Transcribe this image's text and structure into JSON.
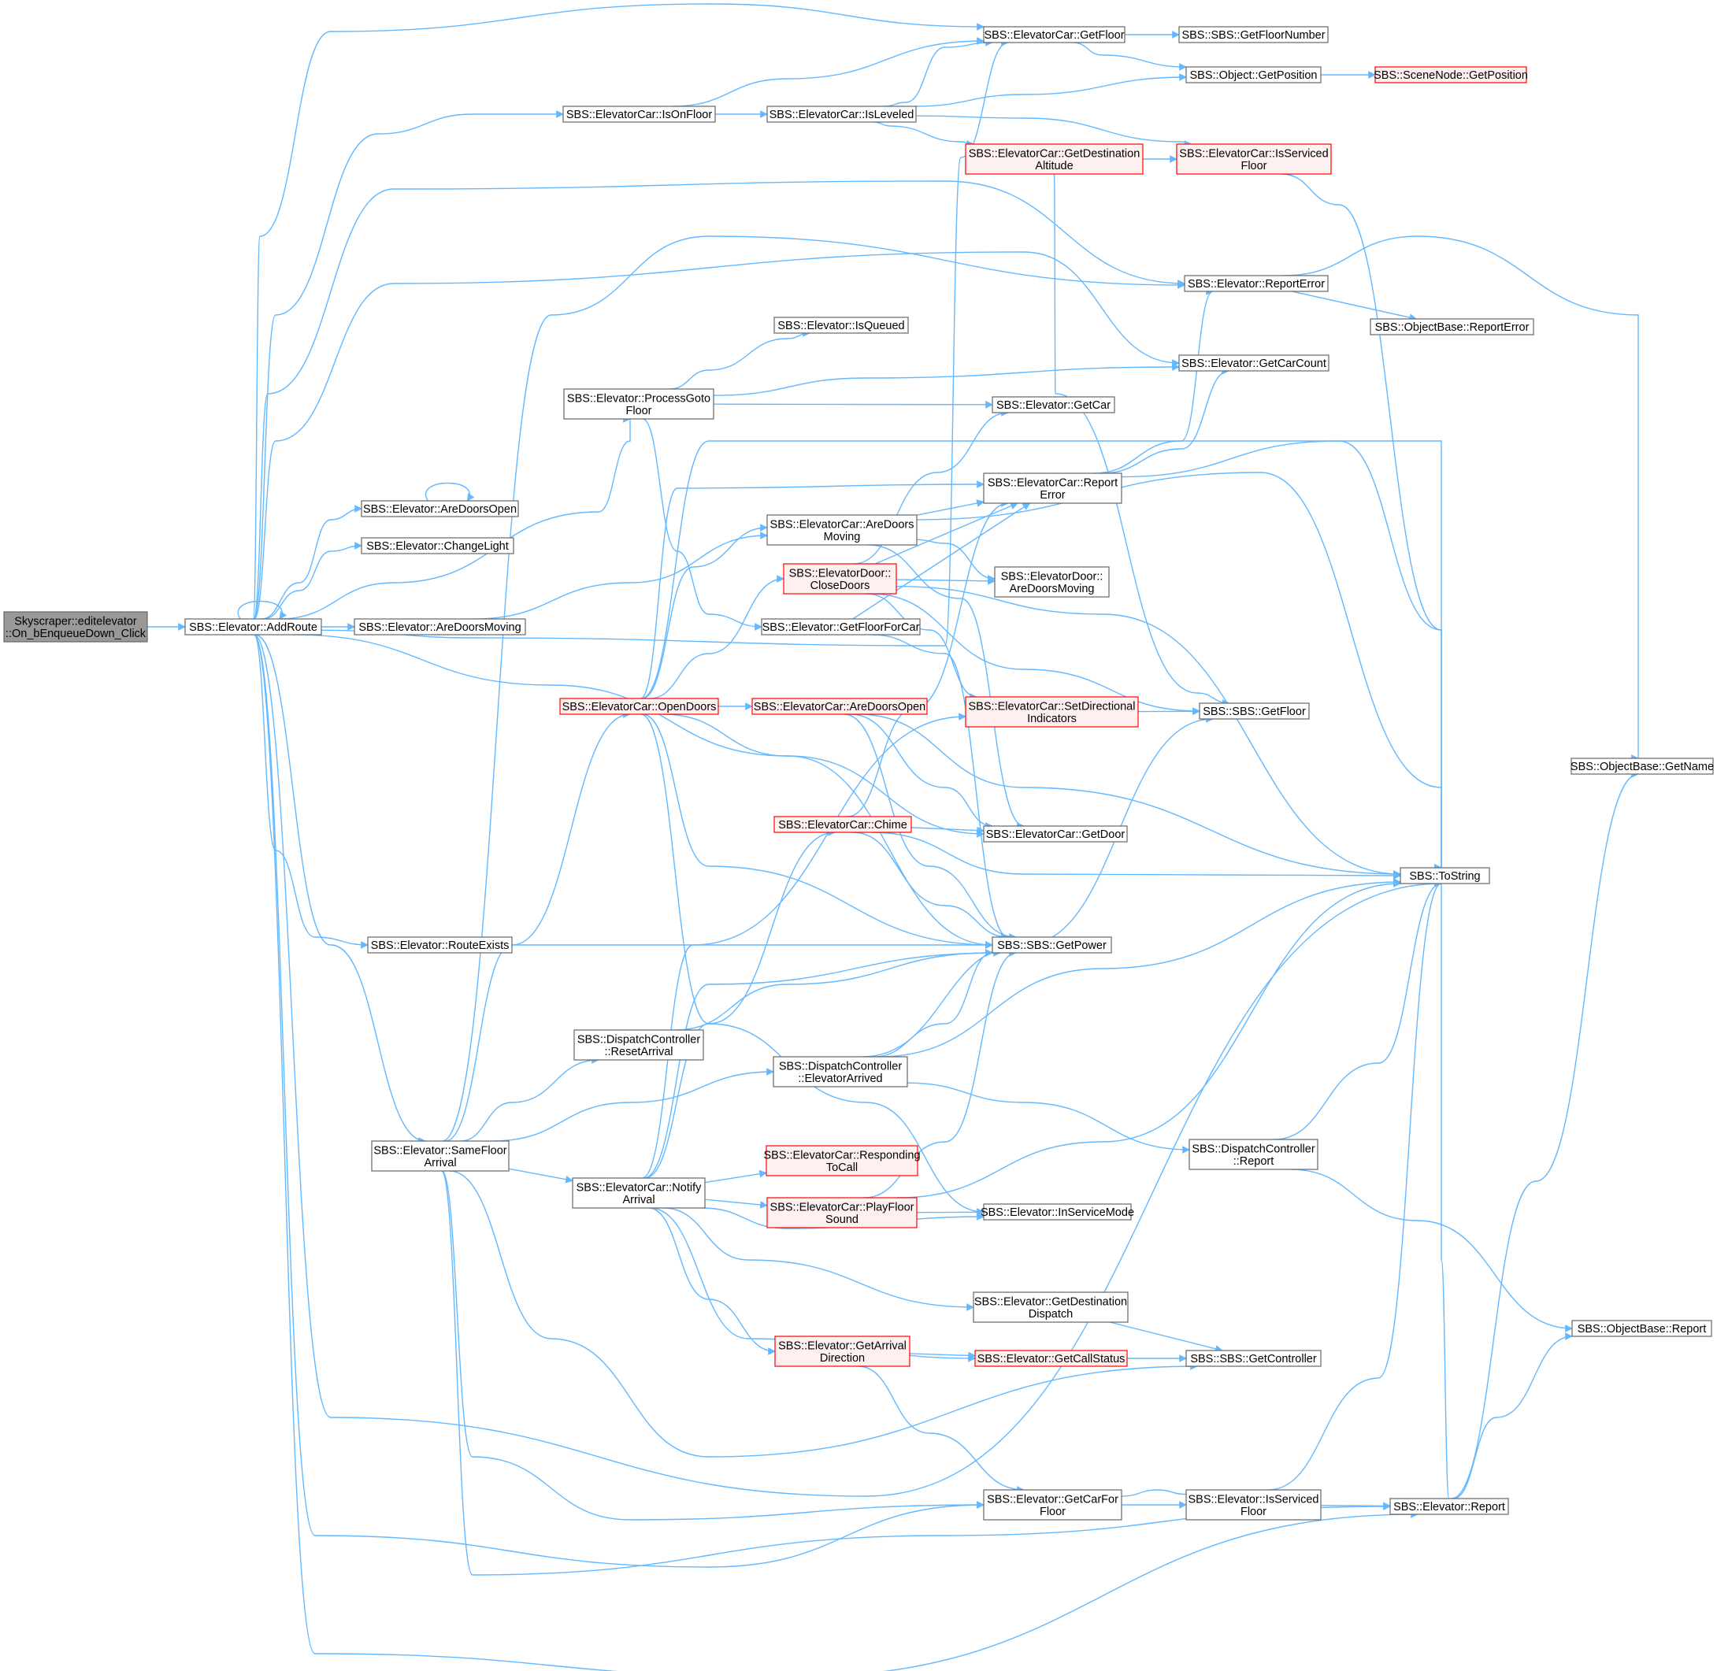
{
  "colors": {
    "edge": "#63b8ff",
    "node_border": "#666666",
    "node_fill": "#ffffff",
    "root_fill": "#999999",
    "root_border": "#666666",
    "highlight_border": "#ff0000",
    "highlight_fill": "#fff0f0"
  },
  "nodes": [
    {
      "id": "root",
      "lines": [
        "Skyscraper::editelevator",
        "::On_bEnqueueDown_Click"
      ],
      "style": "root"
    },
    {
      "id": "addroute",
      "lines": [
        "SBS::Elevator::AddRoute"
      ],
      "style": "normal"
    },
    {
      "id": "ec_getfloor",
      "lines": [
        "SBS::ElevatorCar::GetFloor"
      ],
      "style": "normal"
    },
    {
      "id": "sbs_getfloornumber",
      "lines": [
        "SBS::SBS::GetFloorNumber"
      ],
      "style": "normal"
    },
    {
      "id": "ec_isonfloor",
      "lines": [
        "SBS::ElevatorCar::IsOnFloor"
      ],
      "style": "normal"
    },
    {
      "id": "ec_isleveled",
      "lines": [
        "SBS::ElevatorCar::IsLeveled"
      ],
      "style": "normal"
    },
    {
      "id": "obj_getposition",
      "lines": [
        "SBS::Object::GetPosition"
      ],
      "style": "normal"
    },
    {
      "id": "scenenode_getposition",
      "lines": [
        "SBS::SceneNode::GetPosition"
      ],
      "style": "highlight"
    },
    {
      "id": "ec_getdestalt",
      "lines": [
        "SBS::ElevatorCar::GetDestination",
        "Altitude"
      ],
      "style": "highlight"
    },
    {
      "id": "ec_isservicedfloor",
      "lines": [
        "SBS::ElevatorCar::IsServiced",
        "Floor"
      ],
      "style": "highlight"
    },
    {
      "id": "el_reporterror",
      "lines": [
        "SBS::Elevator::ReportError"
      ],
      "style": "normal"
    },
    {
      "id": "ob_reporterror",
      "lines": [
        "SBS::ObjectBase::ReportError"
      ],
      "style": "normal"
    },
    {
      "id": "el_isqueued",
      "lines": [
        "SBS::Elevator::IsQueued"
      ],
      "style": "normal"
    },
    {
      "id": "el_getcarcount",
      "lines": [
        "SBS::Elevator::GetCarCount"
      ],
      "style": "normal"
    },
    {
      "id": "el_processgoto",
      "lines": [
        "SBS::Elevator::ProcessGoto",
        "Floor"
      ],
      "style": "normal"
    },
    {
      "id": "el_getcar",
      "lines": [
        "SBS::Elevator::GetCar"
      ],
      "style": "normal"
    },
    {
      "id": "el_aredoorsopen",
      "lines": [
        "SBS::Elevator::AreDoorsOpen"
      ],
      "style": "normal"
    },
    {
      "id": "ec_reporterror",
      "lines": [
        "SBS::ElevatorCar::Report",
        "Error"
      ],
      "style": "normal"
    },
    {
      "id": "ec_aredoorsmoving",
      "lines": [
        "SBS::ElevatorCar::AreDoors",
        "Moving"
      ],
      "style": "normal"
    },
    {
      "id": "el_changelight",
      "lines": [
        "SBS::Elevator::ChangeLight"
      ],
      "style": "normal"
    },
    {
      "id": "ed_closedoors",
      "lines": [
        "SBS::ElevatorDoor::",
        "CloseDoors"
      ],
      "style": "highlight"
    },
    {
      "id": "ed_aredoorsmoving",
      "lines": [
        "SBS::ElevatorDoor::",
        "AreDoorsMoving"
      ],
      "style": "normal"
    },
    {
      "id": "el_aredoorsmoving",
      "lines": [
        "SBS::Elevator::AreDoorsMoving"
      ],
      "style": "normal"
    },
    {
      "id": "el_getfloorforcar",
      "lines": [
        "SBS::Elevator::GetFloorForCar"
      ],
      "style": "normal"
    },
    {
      "id": "ec_opendoors",
      "lines": [
        "SBS::ElevatorCar::OpenDoors"
      ],
      "style": "highlight"
    },
    {
      "id": "ec_aredoorsopen",
      "lines": [
        "SBS::ElevatorCar::AreDoorsOpen"
      ],
      "style": "highlight"
    },
    {
      "id": "ec_setdirind",
      "lines": [
        "SBS::ElevatorCar::SetDirectional",
        "Indicators"
      ],
      "style": "highlight"
    },
    {
      "id": "sbs_getfloor",
      "lines": [
        "SBS::SBS::GetFloor"
      ],
      "style": "normal"
    },
    {
      "id": "ob_getname",
      "lines": [
        "SBS::ObjectBase::GetName"
      ],
      "style": "normal"
    },
    {
      "id": "ec_chime",
      "lines": [
        "SBS::ElevatorCar::Chime"
      ],
      "style": "highlight"
    },
    {
      "id": "ec_getdoor",
      "lines": [
        "SBS::ElevatorCar::GetDoor"
      ],
      "style": "normal"
    },
    {
      "id": "sbs_tostring",
      "lines": [
        "SBS::ToString"
      ],
      "style": "normal"
    },
    {
      "id": "el_routeexists",
      "lines": [
        "SBS::Elevator::RouteExists"
      ],
      "style": "normal"
    },
    {
      "id": "sbs_getpower",
      "lines": [
        "SBS::SBS::GetPower"
      ],
      "style": "normal"
    },
    {
      "id": "dc_resetarrival",
      "lines": [
        "SBS::DispatchController",
        "::ResetArrival"
      ],
      "style": "normal"
    },
    {
      "id": "dc_elevatorarrived",
      "lines": [
        "SBS::DispatchController",
        "::ElevatorArrived"
      ],
      "style": "normal"
    },
    {
      "id": "el_samefloorarrival",
      "lines": [
        "SBS::Elevator::SameFloor",
        "Arrival"
      ],
      "style": "normal"
    },
    {
      "id": "dc_report",
      "lines": [
        "SBS::DispatchController",
        "::Report"
      ],
      "style": "normal"
    },
    {
      "id": "ec_respondingtocall",
      "lines": [
        "SBS::ElevatorCar::Responding",
        "ToCall"
      ],
      "style": "highlight"
    },
    {
      "id": "ec_notifyarrival",
      "lines": [
        "SBS::ElevatorCar::Notify",
        "Arrival"
      ],
      "style": "normal"
    },
    {
      "id": "ec_playfloorsound",
      "lines": [
        "SBS::ElevatorCar::PlayFloor",
        "Sound"
      ],
      "style": "highlight"
    },
    {
      "id": "el_inservicemode",
      "lines": [
        "SBS::Elevator::InServiceMode"
      ],
      "style": "normal"
    },
    {
      "id": "el_getdestdispatch",
      "lines": [
        "SBS::Elevator::GetDestination",
        "Dispatch"
      ],
      "style": "normal"
    },
    {
      "id": "ob_report",
      "lines": [
        "SBS::ObjectBase::Report"
      ],
      "style": "normal"
    },
    {
      "id": "el_getcallstatus",
      "lines": [
        "SBS::Elevator::GetCallStatus"
      ],
      "style": "highlight"
    },
    {
      "id": "sbs_getcontroller",
      "lines": [
        "SBS::SBS::GetController"
      ],
      "style": "normal"
    },
    {
      "id": "el_getarrivaldir",
      "lines": [
        "SBS::Elevator::GetArrival",
        "Direction"
      ],
      "style": "highlight"
    },
    {
      "id": "el_getcarforfloor",
      "lines": [
        "SBS::Elevator::GetCarFor",
        "Floor"
      ],
      "style": "normal"
    },
    {
      "id": "el_isservicedfloor",
      "lines": [
        "SBS::Elevator::IsServiced",
        "Floor"
      ],
      "style": "normal"
    },
    {
      "id": "el_report",
      "lines": [
        "SBS::Elevator::Report"
      ],
      "style": "normal"
    }
  ]
}
